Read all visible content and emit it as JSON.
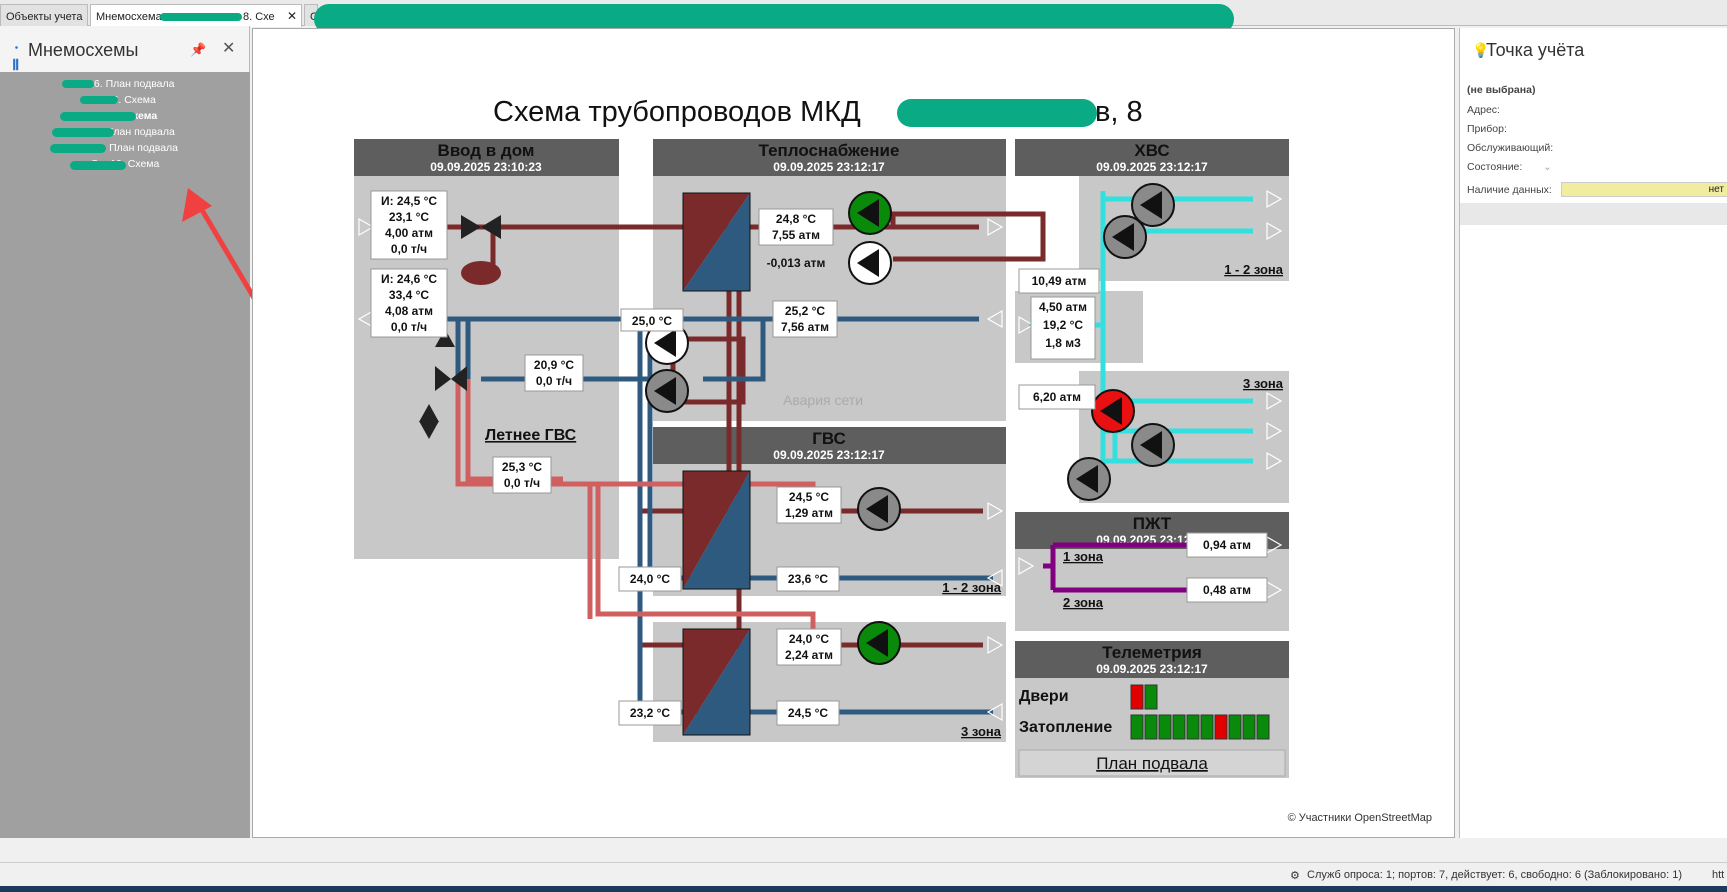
{
  "tabs": [
    {
      "label": "Объекты учета"
    },
    {
      "label": "Мнемосхема -",
      "label_tail": "8. Схе"
    },
    {
      "label": "О"
    }
  ],
  "left_panel": {
    "title": "Мнемосхемы",
    "items": [
      {
        "label": "Л                я 6. План подвала",
        "bold": false
      },
      {
        "label": "Л                я 6. Схема",
        "bold": false
      },
      {
        "label": "О                в 8. Схема",
        "bold": true
      },
      {
        "label": "С                в 8. План подвала",
        "bold": false
      },
      {
        "label": "О                в 10. План подвала",
        "bold": false
      },
      {
        "label": "О                в 10. Схема",
        "bold": false
      }
    ]
  },
  "scheme": {
    "title_left": "Схема трубопроводов МКД",
    "title_right": "в, 8",
    "blocks": {
      "vvod": {
        "title": "Ввод в дом",
        "time": "09.09.2025 23:10:23"
      },
      "teplo": {
        "title": "Теплоснабжение",
        "time": "09.09.2025 23:12:17"
      },
      "hvs": {
        "title": "ХВС",
        "time": "09.09.2025 23:12:17"
      },
      "gvs": {
        "title": "ГВС",
        "time": "09.09.2025 23:12:17"
      },
      "pzht": {
        "title": "ПЖТ",
        "time": "09.09.2025 23:12:17"
      },
      "tele": {
        "title": "Телеметрия",
        "time": "09.09.2025 23:12:17"
      }
    },
    "vvod_supply": [
      "И: 24,5 °С",
      "23,1 °С",
      "4,00 атм",
      "0,0 т/ч"
    ],
    "vvod_return": [
      "И: 24,6 °С",
      "33,4 °С",
      "4,08 атм",
      "0,0 т/ч"
    ],
    "summer_box": [
      "20,9 °С",
      "0,0 т/ч"
    ],
    "summer_label": "Летнее ГВС",
    "gvs_in_box": [
      "25,3 °С",
      "0,0 т/ч"
    ],
    "teplo_supply": [
      "24,8 °С",
      "7,55 атм"
    ],
    "teplo_dp": "-0,013 атм",
    "teplo_return_in": "25,0 °С",
    "teplo_return_out": [
      "25,2 °С",
      "7,56 атм"
    ],
    "alarm": "Авария сети",
    "hvs_12_pressure": "10,49 атм",
    "hvs_12_label": "1 - 2 зона",
    "hvs_in": [
      "4,50 атм",
      "19,2 °С",
      "1,8 м3"
    ],
    "hvs_3_pressure": "6,20 атм",
    "hvs_3_label": "3 зона",
    "gvs12_out": [
      "24,5 °С",
      "1,29 атм"
    ],
    "gvs12_left": "24,0 °С",
    "gvs12_right": "23,6 °С",
    "gvs12_label": "1 - 2 зона",
    "gvs3_out": [
      "24,0 °С",
      "2,24 атм"
    ],
    "gvs3_left": "23,2 °С",
    "gvs3_right": "24,5 °С",
    "gvs3_label": "3 зона",
    "pzht_z1": "1 зона",
    "pzht_z1_val": "0,94 атм",
    "pzht_z2": "2 зона",
    "pzht_z2_val": "0,48 атм",
    "doors_label": "Двери",
    "flood_label": "Затопление",
    "doors": [
      "#e00000",
      "#0a8a0a"
    ],
    "flood": [
      "#0a8a0a",
      "#0a8a0a",
      "#0a8a0a",
      "#0a8a0a",
      "#0a8a0a",
      "#0a8a0a",
      "#e00000",
      "#0a8a0a",
      "#0a8a0a",
      "#0a8a0a"
    ],
    "plan_link": "План подвала"
  },
  "copyright": "© Участники OpenStreetMap",
  "right_panel": {
    "title": "Точка учёта",
    "not_selected": "(не выбрана)",
    "address": "Адрес:",
    "device": "Прибор:",
    "service": "Обслуживающий:",
    "state": "Состояние:",
    "data_label": "Наличие данных:",
    "data_value": "нет"
  },
  "status": {
    "text": "Служб опроса: 1; портов: 7, действует: 6, свободно: 6 (Заблокировано: 1)",
    "tail": "htt"
  },
  "colors": {
    "supply": "#7a2a2a",
    "return": "#2f5a80",
    "gvs": "#d06060",
    "hvs": "#33e0e0",
    "pzht": "#800080",
    "block_header": "#5e5e5e",
    "block_body": "#c8c8c8",
    "pump_green": "#0a8a0a",
    "pump_red": "#e81010",
    "pump_grey": "#8a8a8a"
  }
}
